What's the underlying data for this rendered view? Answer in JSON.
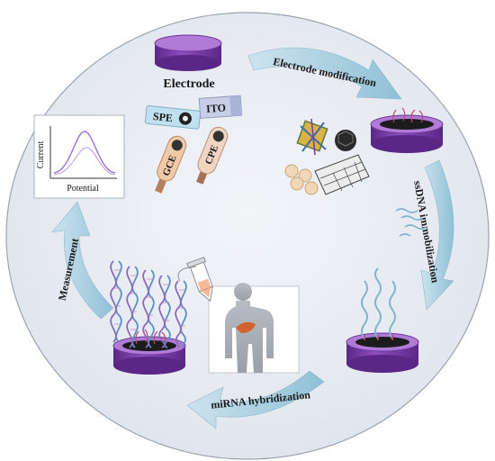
{
  "labels": {
    "electrode": "Electrode",
    "electrode_modification": "Electrode modification",
    "ssdna_immobilization": "ssDNA immobilization",
    "mirna_hybridization": "miRNA hybridization",
    "measurement": "Measurement"
  },
  "electrode_types": {
    "spe": "SPE",
    "ito": "ITO",
    "gce": "GCE",
    "cpe": "CPE"
  },
  "plot": {
    "ylabel": "Current",
    "xlabel": "Potential"
  },
  "colors": {
    "background_circle": "#e9edf3",
    "arrow": "#a9cfdf",
    "electrode_purple": "#7b3fa8",
    "electrode_top": "#a56fce",
    "electrode_surface": "#1c1c1c",
    "probe_strand": "#7fb5cf",
    "probe_tip": "#c0466a",
    "helix_blue": "#5b8fc2",
    "helix_purple": "#8a6bb8",
    "curve_1": "#9b6fd1",
    "curve_2": "#c6a7e8"
  },
  "icons": [
    "electrode-disk-icon",
    "screen-printed-electrode-icon",
    "ito-slide-icon",
    "glassy-carbon-electrode-icon",
    "carbon-paste-electrode-icon",
    "nanomaterials-icon",
    "ssdna-probes-icon",
    "dna-helix-icon",
    "human-body-icon",
    "sample-tube-icon",
    "voltammogram-icon"
  ]
}
